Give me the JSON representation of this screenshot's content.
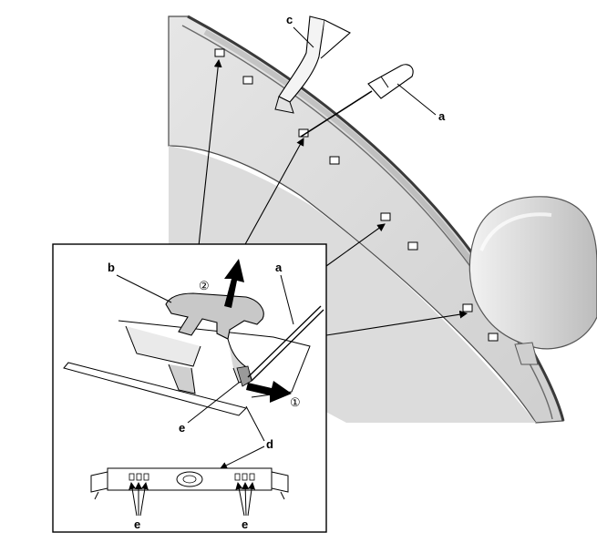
{
  "labels": {
    "a_main": "a",
    "c": "c",
    "b": "b",
    "a_inset": "a",
    "step_2": "②",
    "step_1": "①",
    "e_inset": "e",
    "d": "d",
    "e_left": "e",
    "e_right": "e"
  },
  "colors": {
    "panel_fill": "#d9d9d9",
    "panel_edge": "#4a4a4a",
    "clip_fill": "#c8c8c8",
    "line": "#000000",
    "arrow": "#000000"
  }
}
